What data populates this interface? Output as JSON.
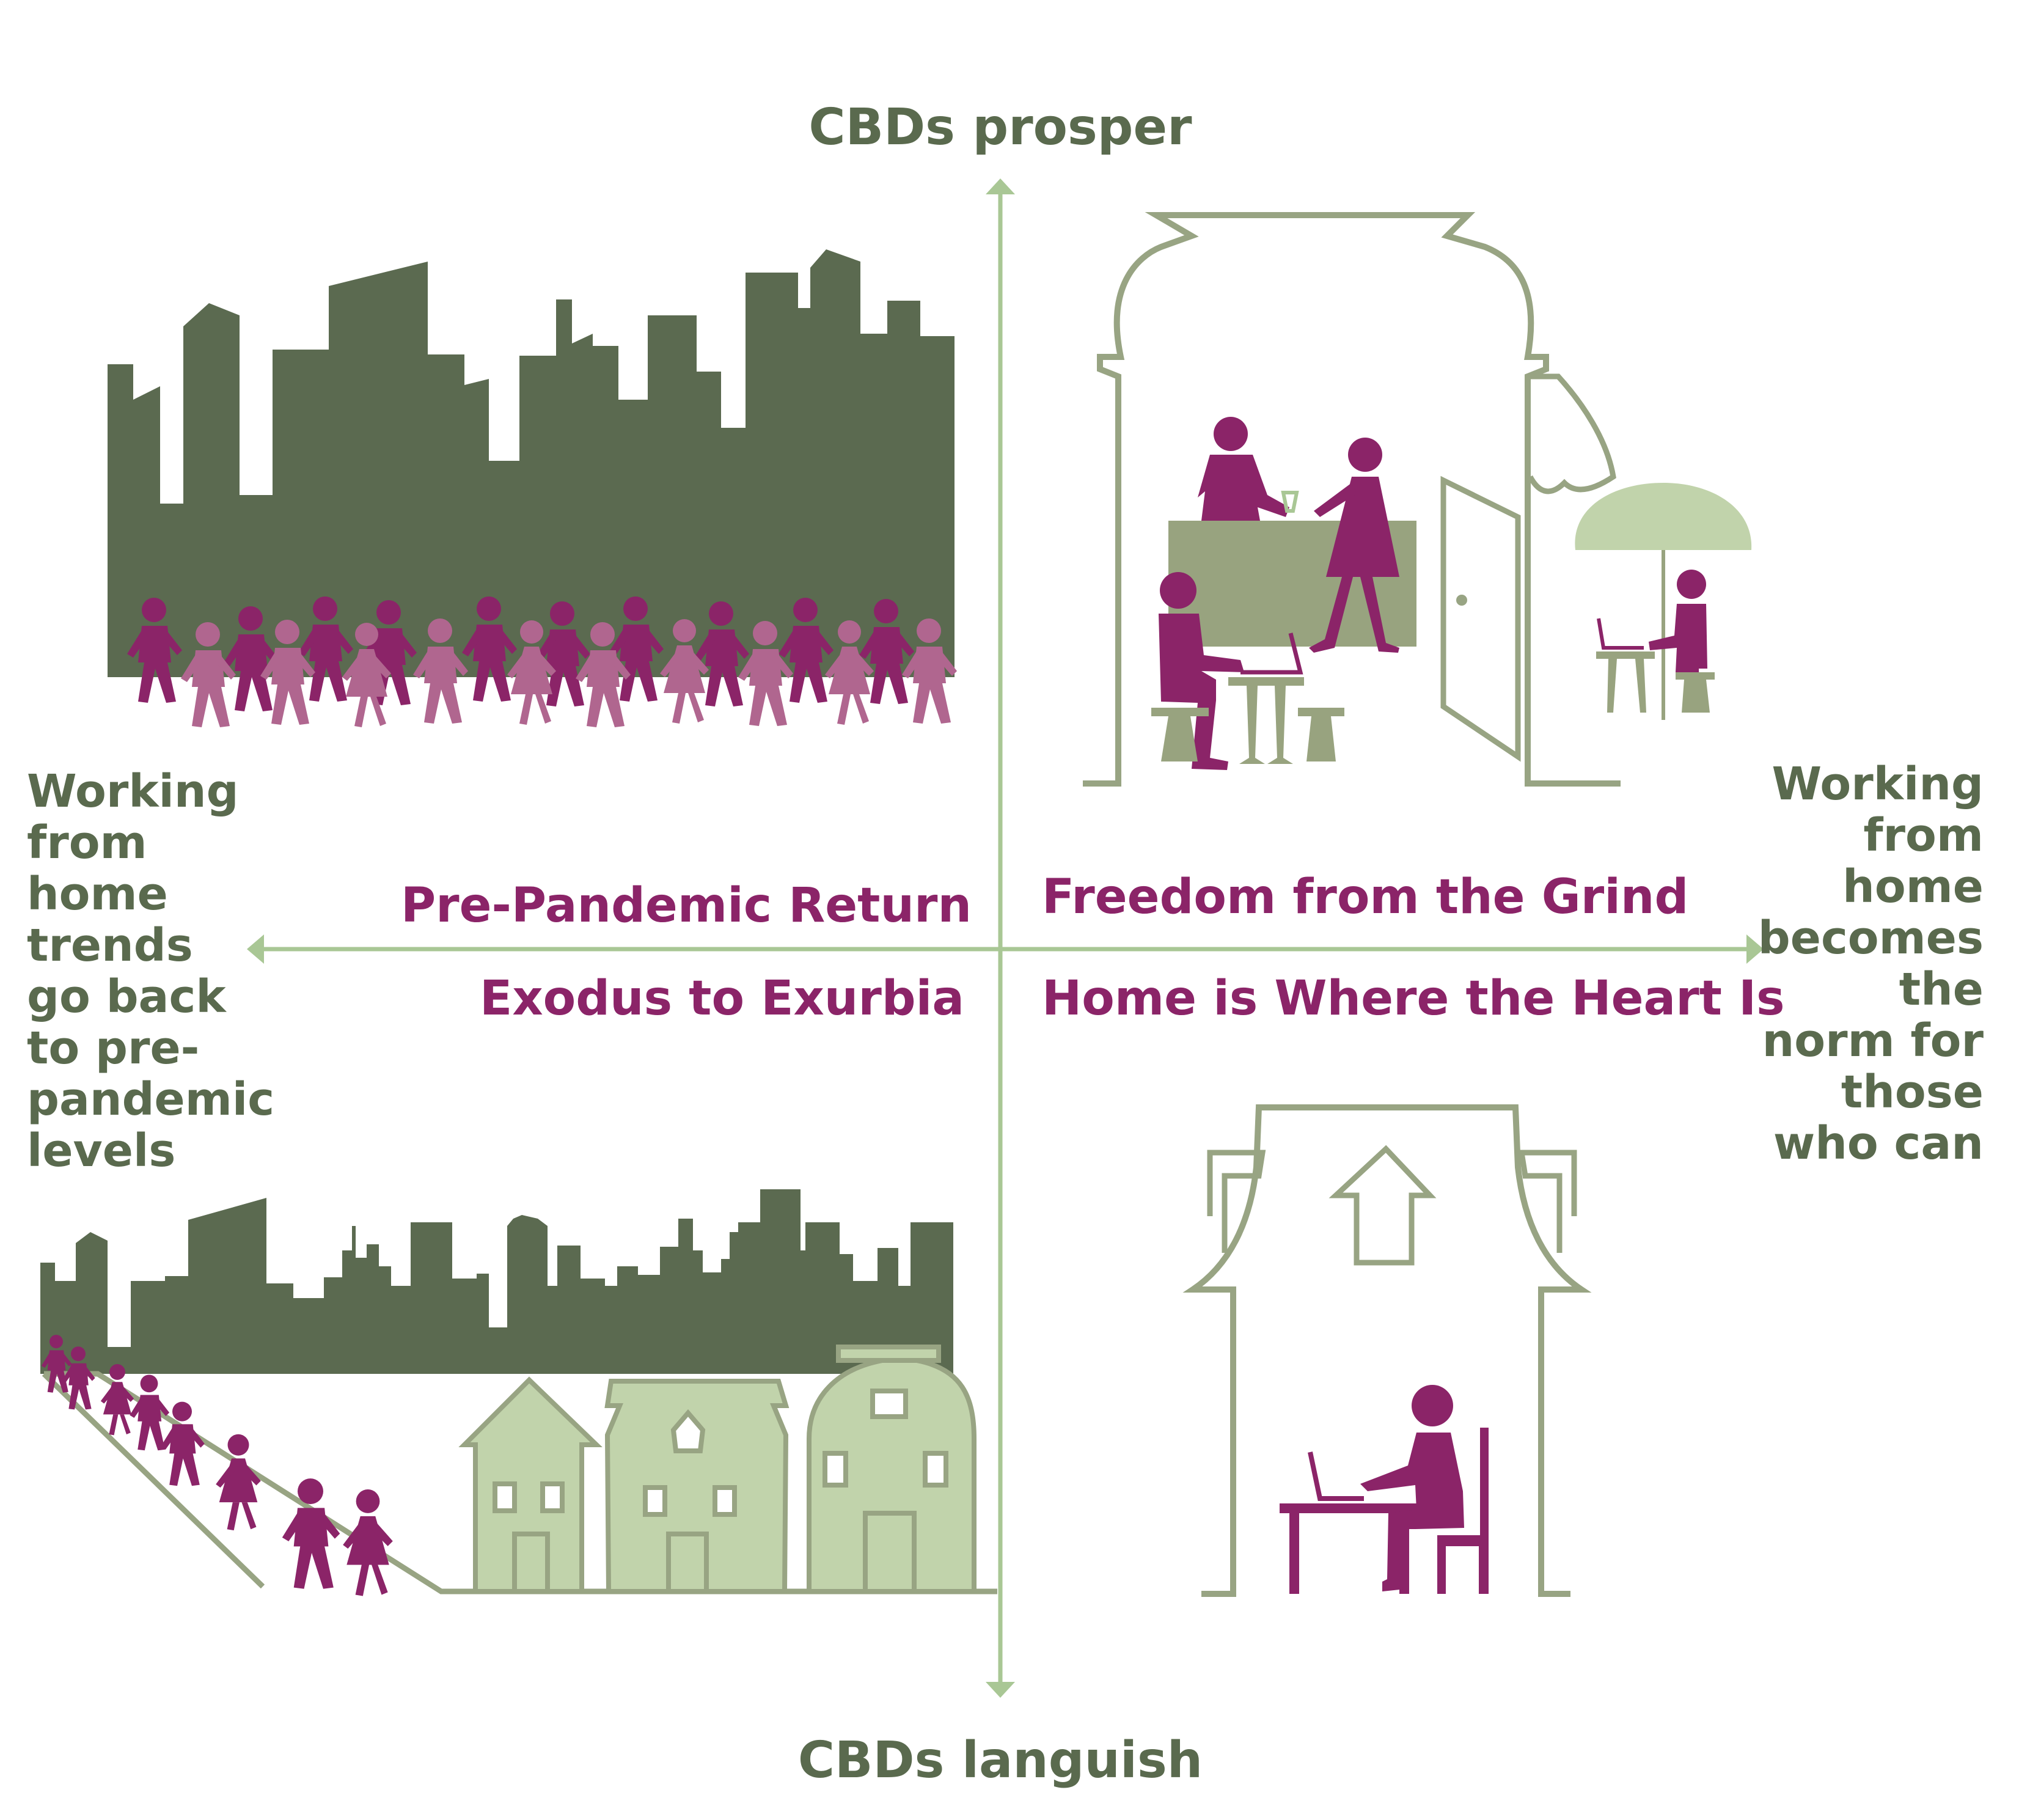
{
  "axes": {
    "top": "CBDs prosper",
    "bottom": "CBDs languish",
    "left": [
      "Working",
      "from",
      "home",
      "trends",
      "go back",
      "to pre-",
      "pandemic",
      "levels"
    ],
    "right": [
      "Working",
      "from",
      "home",
      "becomes",
      "the",
      "norm for",
      "those",
      "who can"
    ]
  },
  "quadrants": {
    "top_left": "Pre-Pandemic Return",
    "top_right": "Freedom from the Grind",
    "bottom_left": "Exodus to Exurbia",
    "bottom_right": "Home is Where the Heart Is"
  },
  "colors": {
    "axis": "#a9c795",
    "skyline": "#5b6a50",
    "purple": "#8b2468",
    "pink": "#b0668f",
    "house_fill": "#c1d3ab",
    "outline": "#98a483",
    "counter": "#98a37f",
    "text_green": "#5a6a4e"
  }
}
